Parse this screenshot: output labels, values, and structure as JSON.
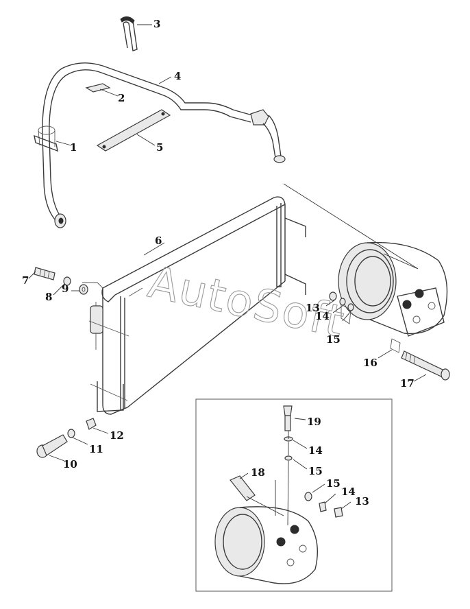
{
  "watermark": "AutoSoft",
  "callouts": [
    {
      "id": "c1",
      "text": "1"
    },
    {
      "id": "c2",
      "text": "2"
    },
    {
      "id": "c3",
      "text": "3"
    },
    {
      "id": "c4",
      "text": "4"
    },
    {
      "id": "c5",
      "text": "5"
    },
    {
      "id": "c6",
      "text": "6"
    },
    {
      "id": "c7",
      "text": "7"
    },
    {
      "id": "c8",
      "text": "8"
    },
    {
      "id": "c9",
      "text": "9"
    },
    {
      "id": "c10",
      "text": "10"
    },
    {
      "id": "c11",
      "text": "11"
    },
    {
      "id": "c12",
      "text": "12"
    },
    {
      "id": "c13",
      "text": "13"
    },
    {
      "id": "c14",
      "text": "14"
    },
    {
      "id": "c15",
      "text": "15"
    },
    {
      "id": "c16",
      "text": "16"
    },
    {
      "id": "c17",
      "text": "17"
    },
    {
      "id": "c19",
      "text": "19"
    },
    {
      "id": "c14b",
      "text": "14"
    },
    {
      "id": "c15b",
      "text": "15"
    },
    {
      "id": "c18",
      "text": "18"
    },
    {
      "id": "c15c",
      "text": "15"
    },
    {
      "id": "c14c",
      "text": "14"
    },
    {
      "id": "c13b",
      "text": "13"
    }
  ],
  "colors": {
    "line": "#3a3a3a",
    "label": "#111111",
    "watermark": "#9a9a9a"
  }
}
